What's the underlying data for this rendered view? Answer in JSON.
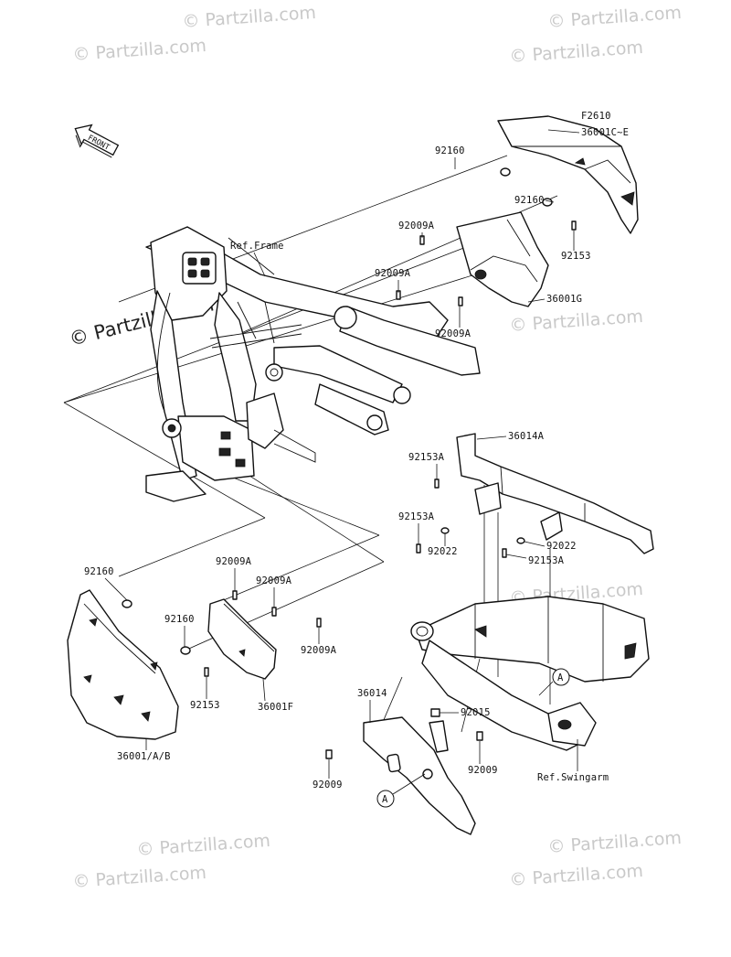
{
  "figure_code": "F2610",
  "front_arrow": "FRONT",
  "watermarks": {
    "small": "© Partzilla.com",
    "center": "© Partzilla.com"
  },
  "references": {
    "frame": "Ref.Frame",
    "swingarm": "Ref.Swingarm"
  },
  "circle_markers": [
    "A",
    "A"
  ],
  "part_labels": [
    "36001C~E",
    "92160",
    "92160",
    "92009A",
    "92009A",
    "92153",
    "36001G",
    "92009A",
    "36014A",
    "92153A",
    "92153A",
    "92022",
    "92022",
    "92153A",
    "92160",
    "92009A",
    "92009A",
    "92160",
    "92009A",
    "92153",
    "36001F",
    "36001/A/B",
    "36014",
    "92015",
    "92009",
    "92009"
  ]
}
